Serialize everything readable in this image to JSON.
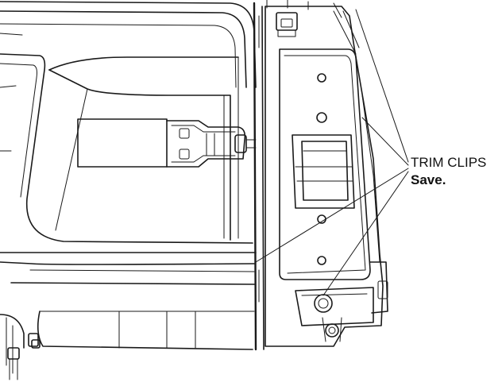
{
  "callout": {
    "title": "TRIM CLIPS",
    "note": "Save."
  },
  "icons": [
    "hinge-bracket",
    "trim-clip",
    "side-panel"
  ]
}
